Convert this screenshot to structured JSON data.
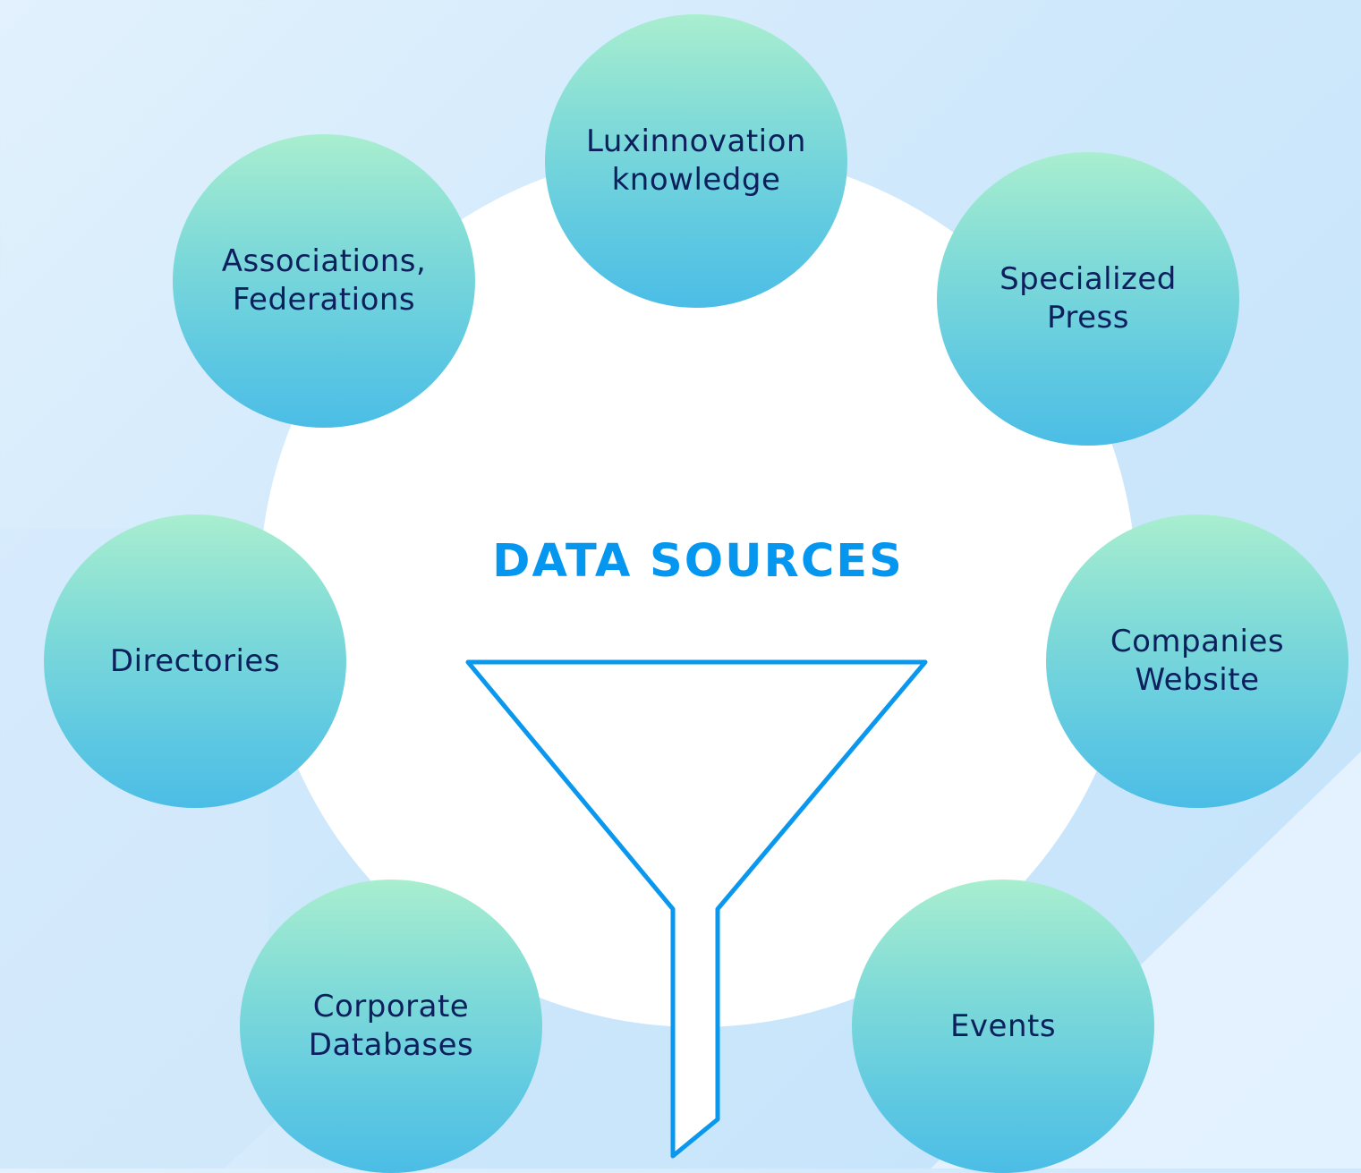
{
  "title": "DATA SOURCES",
  "sources": [
    {
      "id": "luxinnovation",
      "label": "Luxinnovation\nknowledge"
    },
    {
      "id": "associations",
      "label": "Associations,\nFederations"
    },
    {
      "id": "specialized-press",
      "label": "Specialized\nPress"
    },
    {
      "id": "directories",
      "label": "Directories"
    },
    {
      "id": "companies-website",
      "label": "Companies\nWebsite"
    },
    {
      "id": "corporate-databases",
      "label": "Corporate\nDatabases"
    },
    {
      "id": "events",
      "label": "Events"
    }
  ],
  "colors": {
    "accent": "#0597ef",
    "label_text": "#0d1f5c",
    "bubble_top": "#a9eecf",
    "bubble_bottom": "#4bbde6",
    "funnel_stroke": "#0a98ee"
  },
  "icons": {
    "funnel": "funnel-icon"
  }
}
